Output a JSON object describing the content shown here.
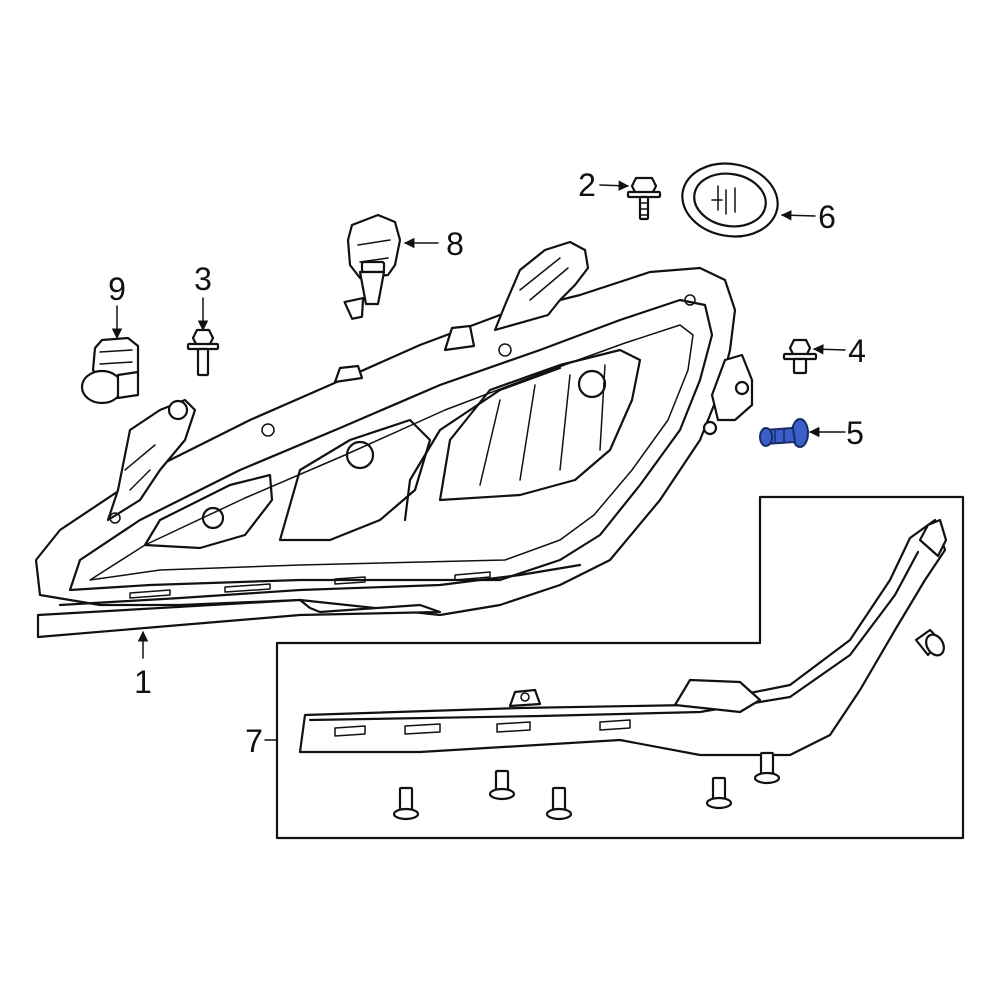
{
  "callouts": {
    "c1": "1",
    "c2": "2",
    "c3": "3",
    "c4": "4",
    "c5": "5",
    "c6": "6",
    "c7": "7",
    "c8": "8",
    "c9": "9"
  },
  "highlight_color": "#3a5fc8",
  "line_color": "#111111"
}
